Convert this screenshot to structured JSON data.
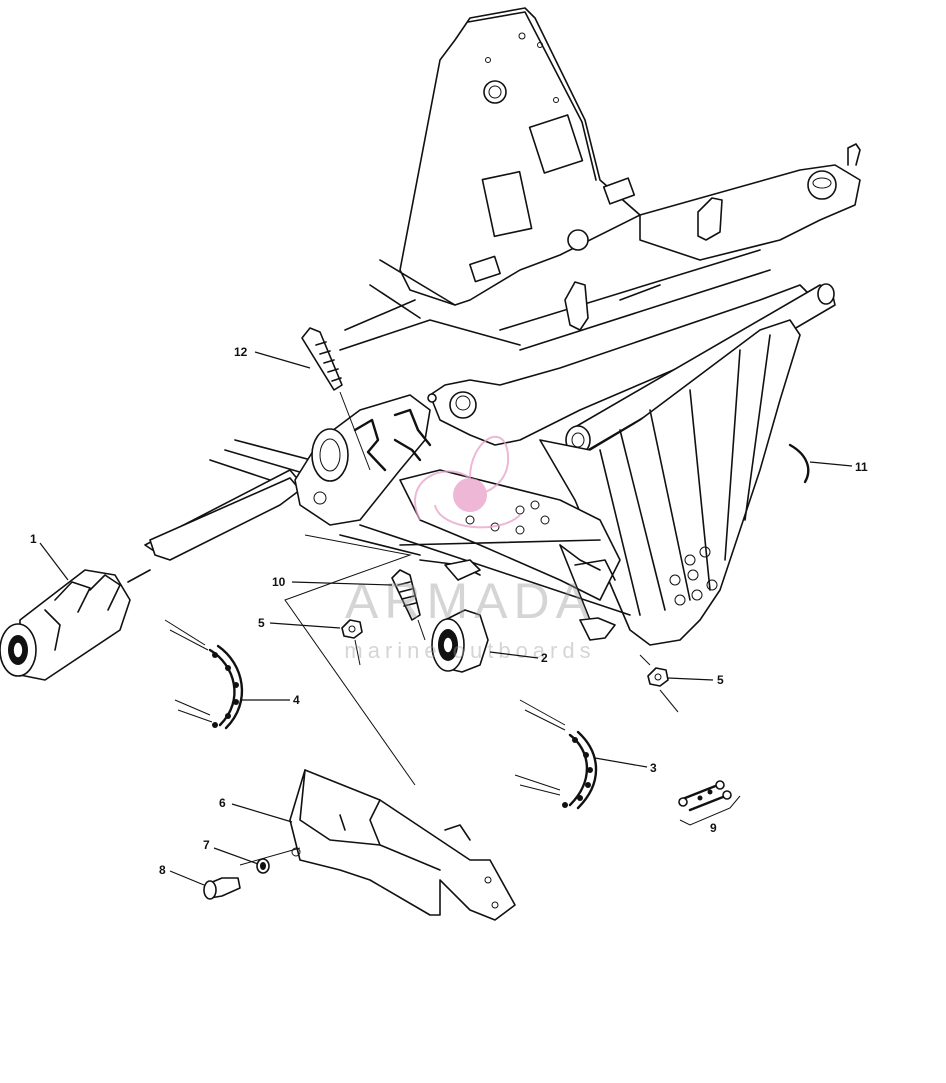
{
  "callouts": [
    {
      "id": "1",
      "label": "1"
    },
    {
      "id": "2",
      "label": "2"
    },
    {
      "id": "3",
      "label": "3"
    },
    {
      "id": "4",
      "label": "4"
    },
    {
      "id": "5a",
      "label": "5"
    },
    {
      "id": "5b",
      "label": "5"
    },
    {
      "id": "6",
      "label": "6"
    },
    {
      "id": "7",
      "label": "7"
    },
    {
      "id": "8",
      "label": "8"
    },
    {
      "id": "9",
      "label": "9"
    },
    {
      "id": "10",
      "label": "10"
    },
    {
      "id": "11",
      "label": "11"
    },
    {
      "id": "12",
      "label": "12"
    }
  ],
  "watermark": {
    "brand": "ARMADA",
    "tagline": "marine outboards",
    "logo_color": "#e8a0c8"
  }
}
